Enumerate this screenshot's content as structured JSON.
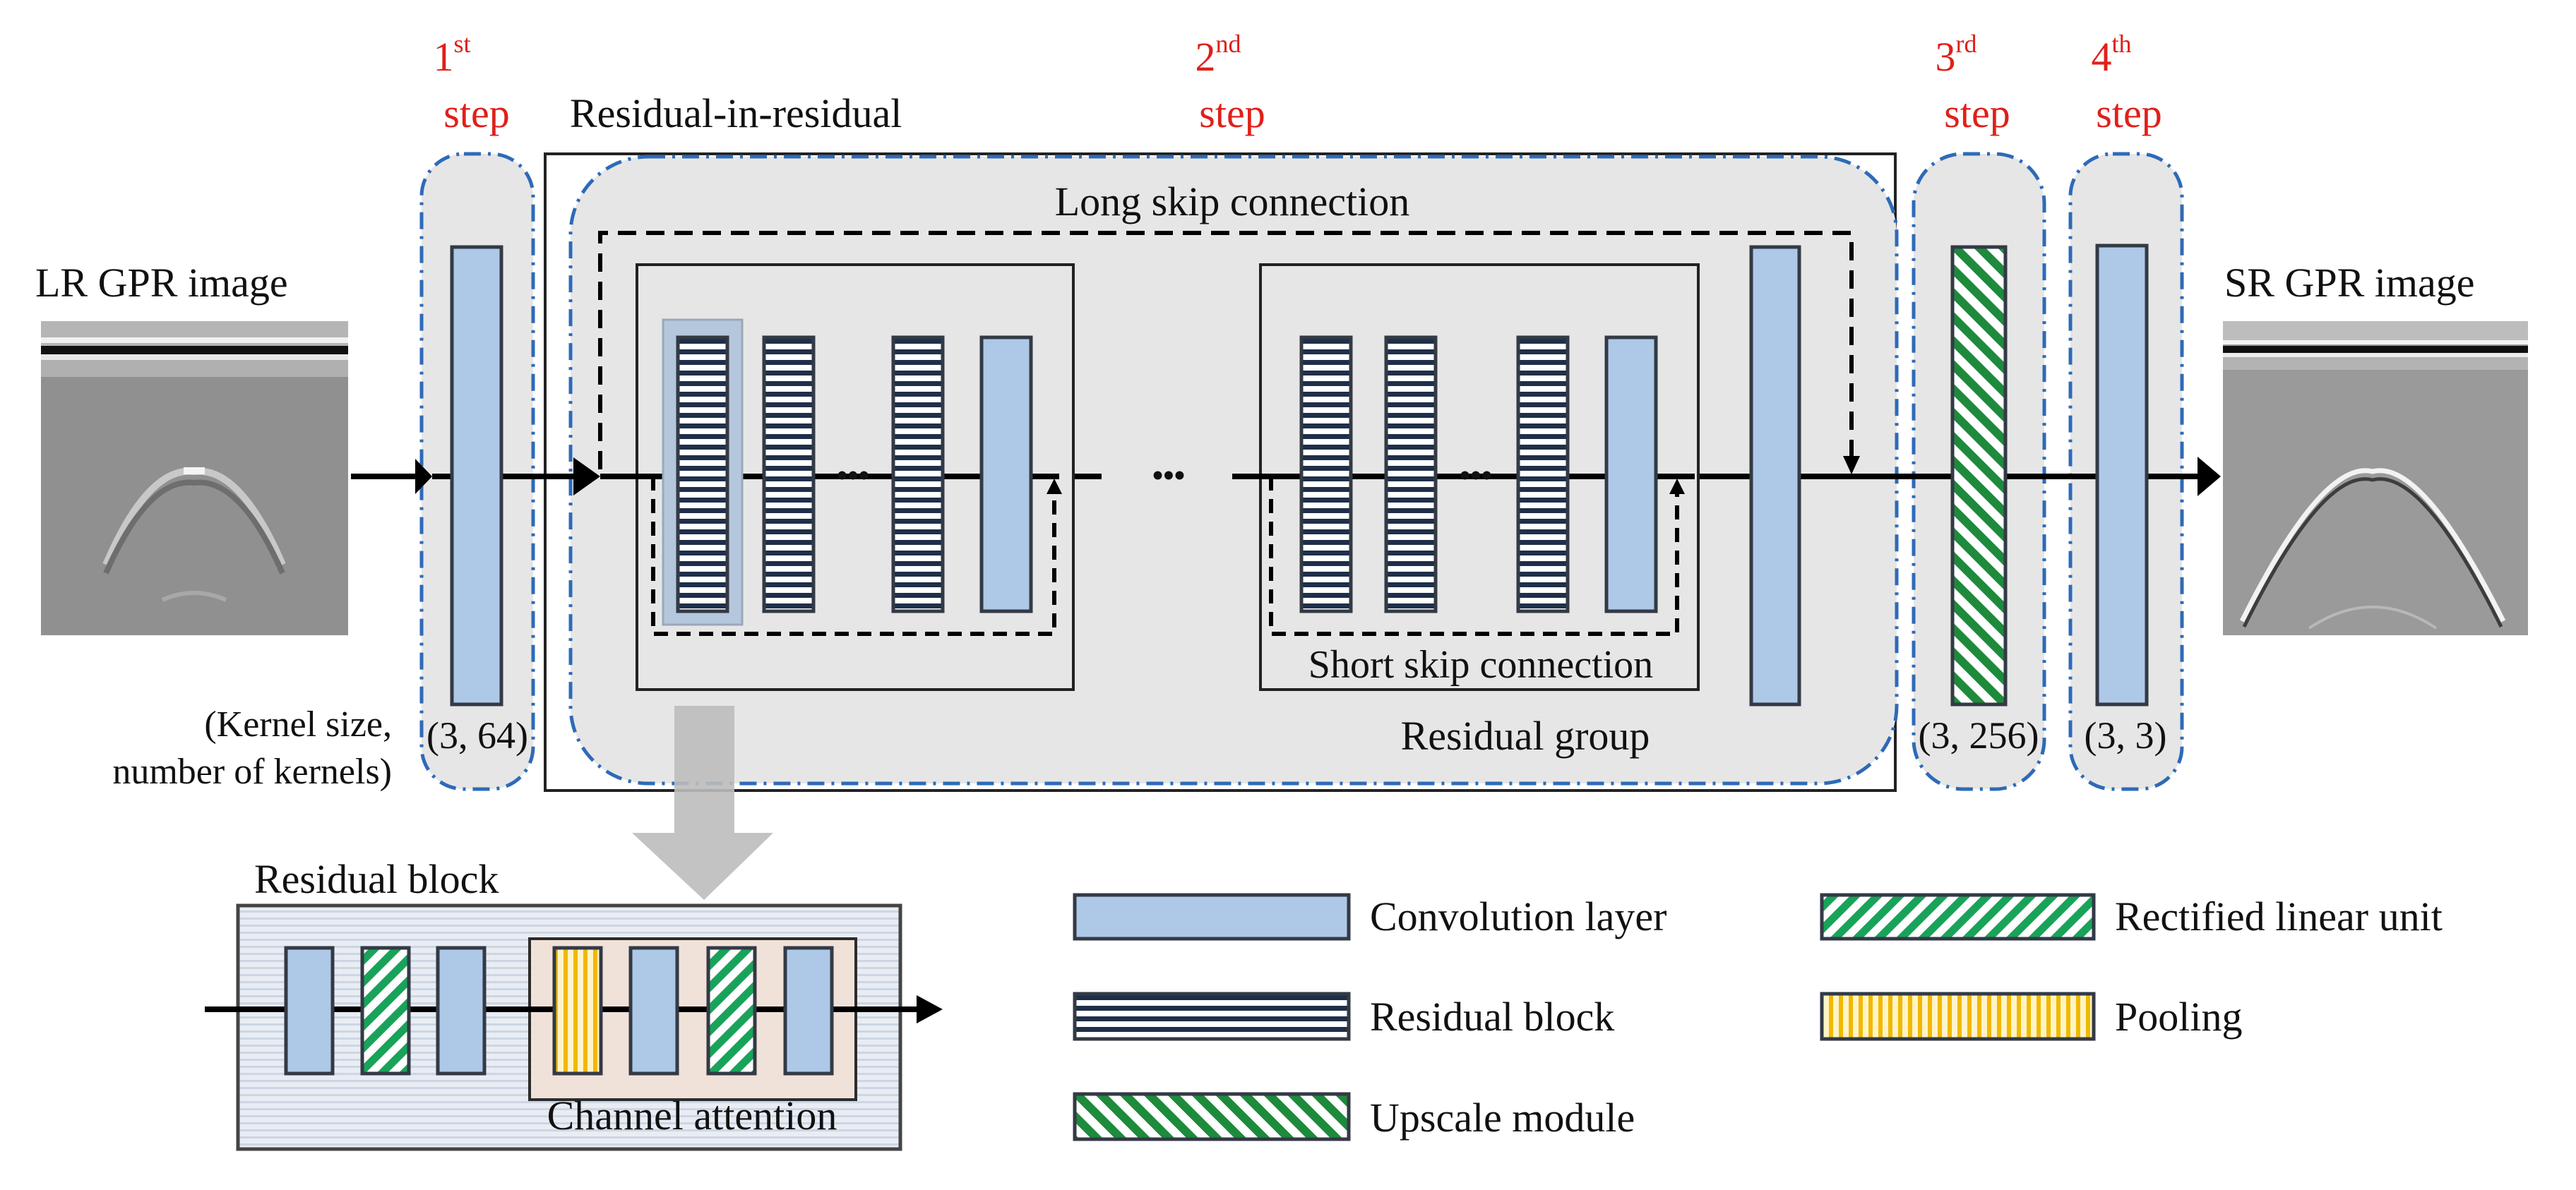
{
  "steps": {
    "s1": {
      "num": "1",
      "sup": "st",
      "word": "step"
    },
    "s2": {
      "num": "2",
      "sup": "nd",
      "word": "step"
    },
    "s3": {
      "num": "3",
      "sup": "rd",
      "word": "step"
    },
    "s4": {
      "num": "4",
      "sup": "th",
      "word": "step"
    }
  },
  "labels": {
    "lr_image": "LR GPR image",
    "sr_image": "SR GPR image",
    "rir": "Residual-in-residual",
    "long_skip": "Long skip connection",
    "short_skip": "Short skip connection",
    "residual_group": "Residual group",
    "residual_block": "Residual block",
    "channel_attention": "Channel attention",
    "kernel_note_1": "(Kernel size,",
    "kernel_note_2": "number of kernels)",
    "k1": "(3, 64)",
    "k3": "(3, 256)",
    "k4": "(3, 3)",
    "ellipsis": "•••"
  },
  "legend": [
    {
      "label": "Convolution layer"
    },
    {
      "label": "Rectified linear unit"
    },
    {
      "label": "Residual block"
    },
    {
      "label": "Pooling"
    },
    {
      "label": "Upscale module"
    }
  ],
  "colors": {
    "conv": "#aec8e8",
    "stroke": "#333a45",
    "stripe": "#1f2f4a",
    "relu": "#19a35a",
    "pool": "#f2b800",
    "upscale": "#1e8a3c",
    "step_red": "#e0201a",
    "dash_blue": "#2e6ab8",
    "panel_gray": "#e6e6e6"
  }
}
